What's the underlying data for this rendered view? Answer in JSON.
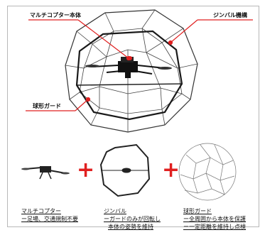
{
  "labels": {
    "multicopter_body": "マルチコプター本体",
    "gimbal_mechanism": "ジンバル機構",
    "spherical_guard": "球形ガード"
  },
  "components": [
    {
      "title": "マルチコプター",
      "line1": "ー足場、交通規制不要",
      "line2": ""
    },
    {
      "title": "ジンバル",
      "line1": "ーガードのみが回転し",
      "line2": "本体の姿勢を維持"
    },
    {
      "title": "球形ガード",
      "line1": "ー全周囲から本体を保護",
      "line2": "ー一定距離を維持し点検"
    }
  ],
  "operators": [
    "+",
    "+"
  ],
  "colors": {
    "accent": "#e02020",
    "line": "#333333"
  }
}
